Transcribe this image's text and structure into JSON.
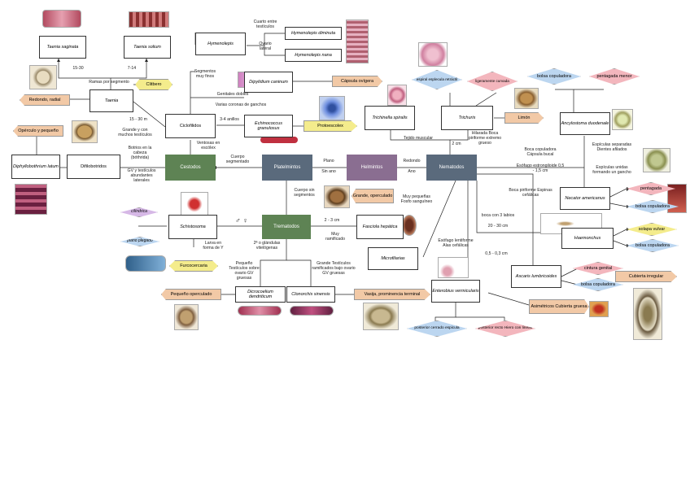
{
  "nodes": {
    "helmintos": "Helmintos",
    "platelmintos": "Platelmintos",
    "nematodos": "Nematodos",
    "cestodos": "Cestodos",
    "trematodos": "Trematodos",
    "taenia_saginata": "Taenia saginata",
    "taenia_solium": "Taenia solium",
    "taenia": "Taenia",
    "clitbero": "Clitbero",
    "redondo_radial": "Redondo, radial",
    "hymenolepis": "Hymenolepis",
    "h_diminuta": "Hymenolepis diminuta",
    "h_nana": "Hymenolepis nana",
    "dipylidium": "Dipylidium caninum",
    "capsula_ovigera": "Cápsula ovígera",
    "ciclofilidos": "Ciclofilidos",
    "echinococcus": "Echinococcus granulosus",
    "protoescolex": "Protoescolex",
    "operculo_pequeno": "Opérculo y pequeño",
    "diphyllobothrium": "Diphyllobothrium latum",
    "difilobotridos": "Difilobotridos",
    "schistosoma": "Schistosoma",
    "cilindrica": "cilíndrica",
    "plano_plegado": "plano plegado",
    "furcocercaria": "Furcocercaria",
    "fasciola": "Fasciola hepática",
    "grande_operculado": "Grande, operculado",
    "dicrocoelium": "Dicrocoelium dendriticum",
    "clonorchis": "Clonorchis sinensis",
    "pequeno_operculado": "Pequeño operculado",
    "vasija": "Vasija, prominencia terminal",
    "trichinella": "Trichinella spiralis",
    "trichuris": "Trichuris",
    "limon": "Limón",
    "espiral": "espiral esplecula retráctil",
    "ligeramente": "ligeramente curvada",
    "ancylostoma": "Ancylostoma duodenale",
    "bolsa_cop1": "bolsa copuladora",
    "pentagada_menor": "pentagada menor",
    "necator": "Necator americanus",
    "pentagada": "pentagada",
    "bolsa_cop2": "bolsa copuladora",
    "haemonchus": "Haemonchus",
    "solapa_vulvar": "solapa vulvar",
    "bolsa_cop3": "bolsa copuladora",
    "microfilarias": "Microfilarias",
    "ascaris": "Ascaris lumbricoides",
    "cintura_genital": "cintura genital",
    "bolsa_cop4": "bolsa copuladora",
    "cubierta_irregular": "Cubierta irregular",
    "enterobius": "Enterobius vermicularis",
    "asimetricos": "Asimétricos Cubierta gruesa",
    "posterior_cerrado": "posterior cerrado espicula",
    "posterior_recto": "posterior recto Hiero con lineas"
  },
  "edge_labels": {
    "e15_30": "15-30",
    "e7_14": "7-14",
    "ramas": "Ramas por segmento",
    "cuarto": "Cuarto entre testículos",
    "ovario_lateral": "Ovario lateral",
    "segmentos_finos": "Segmentos muy finos",
    "genitales_dobles": "Genitales dobles",
    "varias_coronas": "Varias coronas de ganchos",
    "e3_4": "3-4 anillos",
    "e15_30m": "15 - 30 m",
    "grande_testiculos": "Grande y con muchos testículos",
    "ventosas": "Ventosas en escólex",
    "botrios": "Botrios en la cabeza (bóthrida)",
    "gv_testiculos": "GV y testículos abundantes laterales",
    "cuerpo_segmentado": "Cuerpo segmentado",
    "plano": "Plano",
    "sin_ano": "Sin ano",
    "redondo": "Redondo",
    "ano": "Ano",
    "cuerpo_sin": "Cuerpo sin segmentos",
    "sexos": "♂ ♀",
    "e2_3": "2 - 3 cm",
    "muy_ramificado": "Muy ramificado",
    "muy_pequenas": "Muy pequeñas Fosfo sanguíneo",
    "larva": "Larva en forma de Y",
    "e2_glandulas": "2ª o glándulas vitelógenas",
    "pequeno_testiculos": "Pequeño Testículos sobre ovario GV gruesas",
    "grande_testiculos_ram": "Grande Testículos ramificados bajo ovario GV gruesas",
    "tejido_muscular": "Tejido muscular",
    "e2cm": "2 cm",
    "hilarada": "Hilarada Boca piriforme extremo grueso",
    "bolsa_capsula": "Boca copuladora Cápsula bucal",
    "esofago_estrong": "Esófago estrongiloide 0,5 - 1,5 cm",
    "espiculas_separadas": "Espículas separadas Dientes afilados",
    "espiculas_unidas": "Espículas unidas formando un gancho",
    "boca_placa": "Boca piriforme Espinas cefálicas",
    "boca_3_labios": "boca con 3 labios",
    "e20_30": "20 - 30 cm",
    "esofago_lentiforme": "Esófago lentiforme Alas cefálicas",
    "e0_5": "0,5 - 0,3 cm"
  },
  "colors": {
    "category_fill": "#5a6a7c",
    "cestodos_fill": "#5e8354",
    "helmintos_fill": "#8a6e91",
    "blue_pill": "#bcd6f0",
    "orange_tag": "#f2c9a6",
    "pink_diamond": "#f3b6bd",
    "yellow_pill": "#f4ec8c"
  },
  "icons": [
    "worm-photo",
    "egg-photo",
    "microscope-photo"
  ]
}
